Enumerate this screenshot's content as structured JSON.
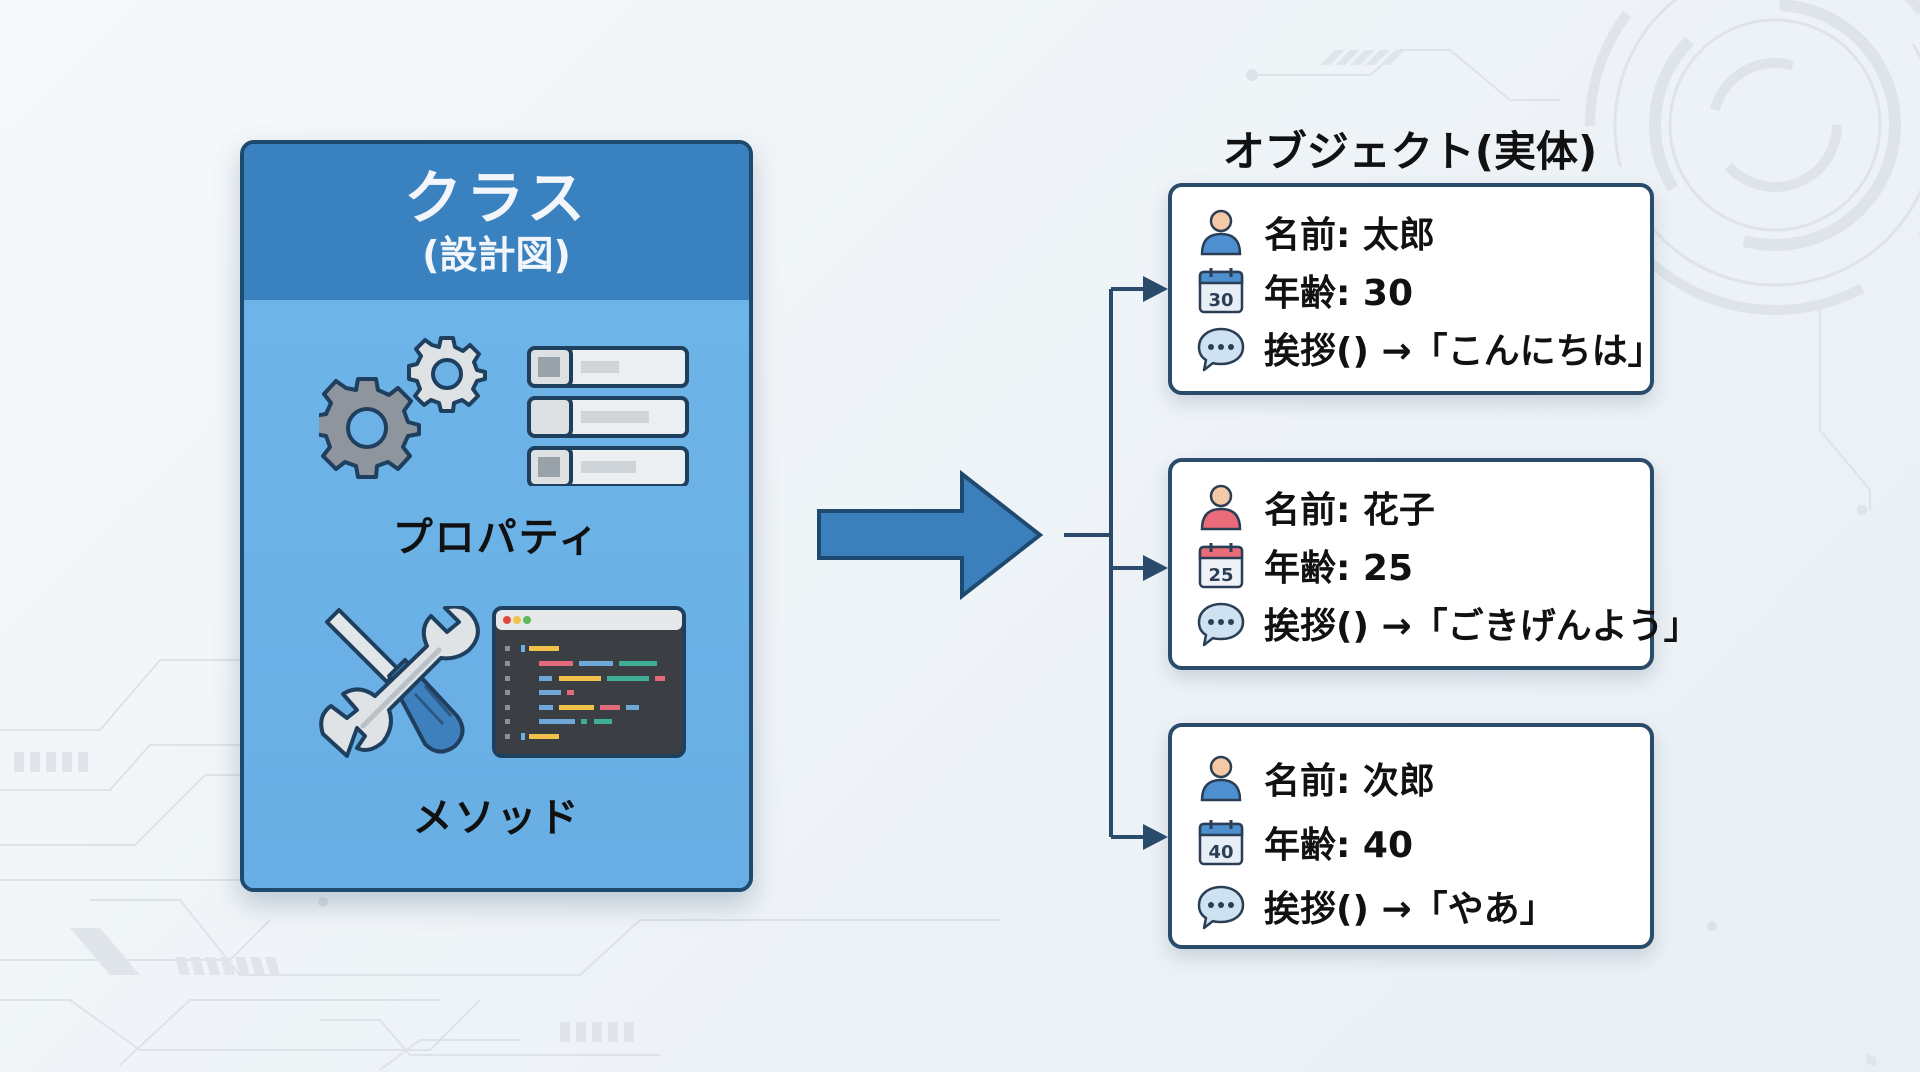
{
  "class_box": {
    "title": "クラス",
    "subtitle": "(設計図)",
    "property_label": "プロパティ",
    "method_label": "メソッド",
    "colors": {
      "header": "#3a82bf",
      "body": "#6cb2e6",
      "border": "#1f4a70"
    }
  },
  "objects": {
    "title": "オブジェクト(実体)",
    "items": [
      {
        "name_text": "名前: 太郎",
        "age_text": "年齢: 30",
        "age_icon_value": "30",
        "greeting_text": "挨拶() →「こんにちは」",
        "person_color": "#4e8fd0",
        "calendar_color": "#4e8fd0"
      },
      {
        "name_text": "名前: 花子",
        "age_text": "年齢: 25",
        "age_icon_value": "25",
        "greeting_text": "挨拶() →「ごきげんよう」",
        "person_color": "#ea6b7a",
        "calendar_color": "#ea6b7a"
      },
      {
        "name_text": "名前: 次郎",
        "age_text": "年齢: 40",
        "age_icon_value": "40",
        "greeting_text": "挨拶() →「やあ」",
        "person_color": "#4e8fd0",
        "calendar_color": "#4e8fd0"
      }
    ]
  },
  "colors": {
    "arrow": "#3b7fbd",
    "arrow_stroke": "#1f4a70",
    "connector": "#2a4b6b"
  }
}
